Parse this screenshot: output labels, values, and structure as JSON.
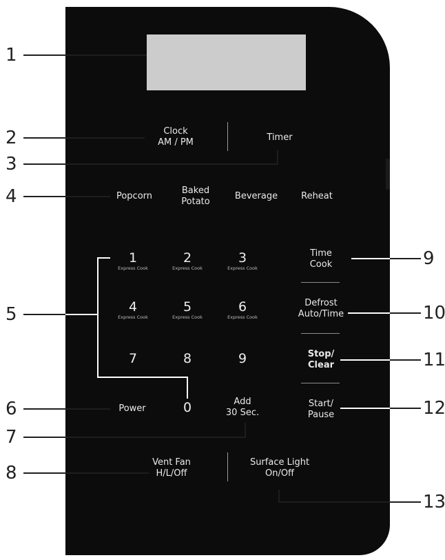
{
  "control_panel": {
    "clock": "Clock\nAM / PM",
    "timer": "Timer",
    "popcorn": "Popcorn",
    "baked_potato": "Baked\nPotato",
    "beverage": "Beverage",
    "reheat": "Reheat",
    "numbers": [
      {
        "digit": "1",
        "sub": "Express Cook"
      },
      {
        "digit": "2",
        "sub": "Express Cook"
      },
      {
        "digit": "3",
        "sub": "Express Cook"
      },
      {
        "digit": "4",
        "sub": "Express Cook"
      },
      {
        "digit": "5",
        "sub": "Express Cook"
      },
      {
        "digit": "6",
        "sub": "Express Cook"
      },
      {
        "digit": "7"
      },
      {
        "digit": "8"
      },
      {
        "digit": "9"
      },
      {
        "digit": "0"
      }
    ],
    "power": "Power",
    "add_30": "Add\n30 Sec.",
    "time_cook": "Time\nCook",
    "defrost": "Defrost\nAuto/Time",
    "stop_clear": "Stop/\nClear",
    "start_pause": "Start/\nPause",
    "vent_fan": "Vent Fan\nH/L/Off",
    "surface_light": "Surface Light\nOn/Off"
  },
  "callouts": [
    "1",
    "2",
    "3",
    "4",
    "5",
    "6",
    "7",
    "8",
    "9",
    "10",
    "11",
    "12",
    "13"
  ]
}
